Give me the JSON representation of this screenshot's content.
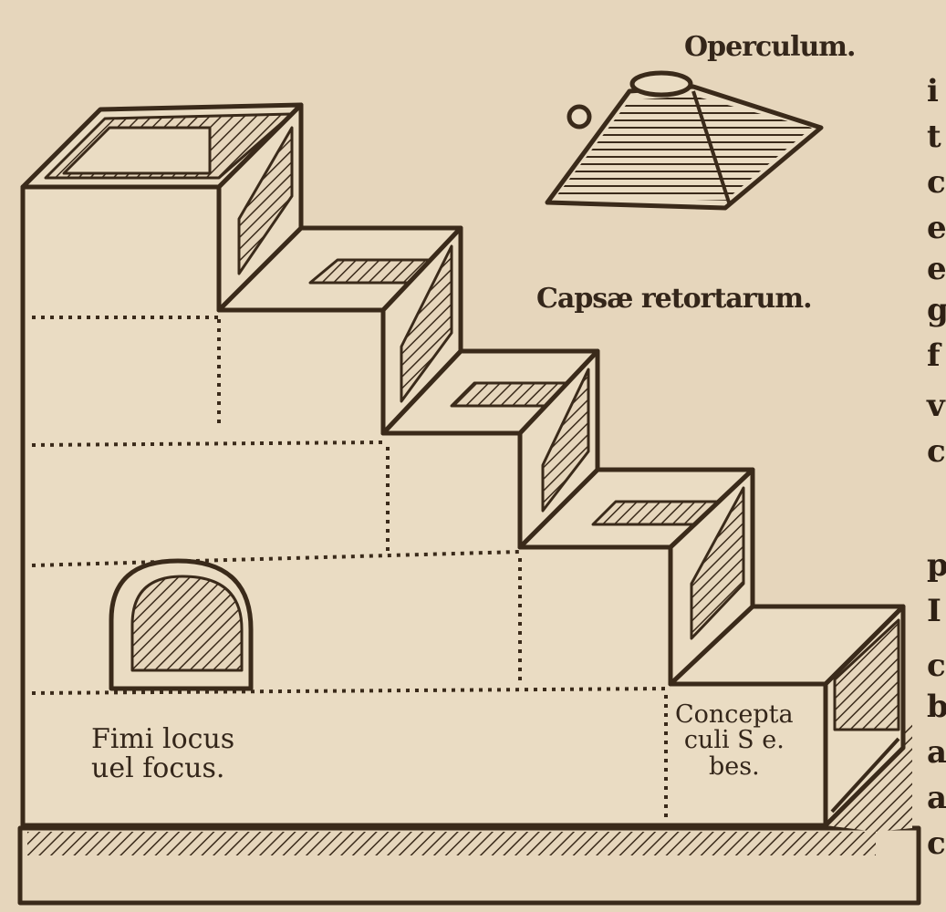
{
  "labels": {
    "operculum": "Operculum.",
    "capsae": "Capsæ retortarum.",
    "fimi_line1": "Fimi locus",
    "fimi_line2": "uel focus.",
    "concepta_line1": "Concepta",
    "concepta_line2": "culi S e.",
    "concepta_line3": "bes."
  },
  "margin_letters": [
    "i",
    "t",
    "c",
    "e",
    "e",
    "g",
    "f",
    "v",
    "c",
    "p",
    "I",
    "c",
    "b",
    "a",
    "a",
    "c"
  ],
  "colors": {
    "paper": "#e6d6bc",
    "ink": "#3a2a1a"
  }
}
